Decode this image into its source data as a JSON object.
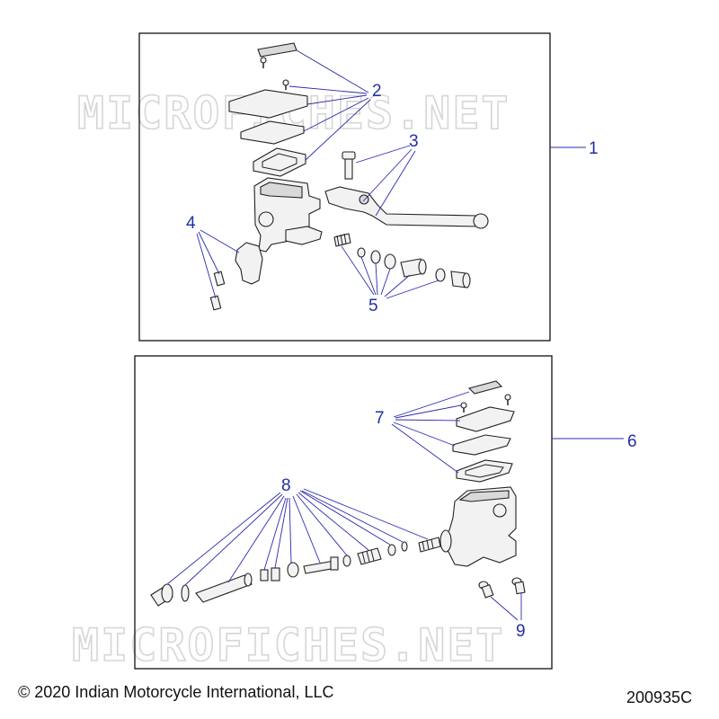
{
  "watermark": "MICROFICHES.NET",
  "copyright": "© 2020 Indian Motorcycle International, LLC",
  "figure_id": "200935C",
  "callouts": {
    "c1": "1",
    "c2": "2",
    "c3": "3",
    "c4": "4",
    "c5": "5",
    "c6": "6",
    "c7": "7",
    "c8": "8",
    "c9": "9"
  },
  "colors": {
    "callout": "#1f2fa8",
    "frame": "#111111",
    "watermark": "#d6d6d6"
  }
}
